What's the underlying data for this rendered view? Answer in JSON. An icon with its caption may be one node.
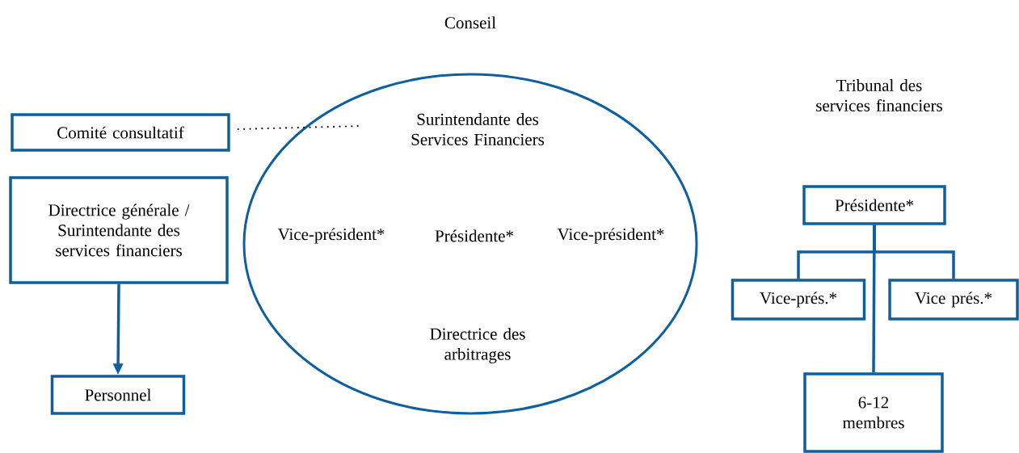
{
  "diagram": {
    "nodes": [
      {
        "text": [
          "Comité consultatif"
        ]
      },
      {
        "text": [
          "Directrice générale / Surintendante des services financiers"
        ]
      },
      {
        "text": [
          "Personnel"
        ]
      },
      {
        "text": [
          "Conseil",
          "Vice-président*",
          "Présidente*",
          "Vice-président*",
          "Directrice des arbitrages"
        ]
      },
      {
        "text": [
          "Surintendante des Services Financiers"
        ],
        "in": 3
      },
      {
        "text": [
          "Présidente*"
        ]
      },
      {
        "text": [
          "Vice-prés.*"
        ]
      },
      {
        "text": [
          "Vice prés.*"
        ]
      },
      {
        "text": [
          "6-12 membres"
        ]
      }
    ],
    "edges": [
      {
        "from": 0,
        "to": 4,
        "arrow": "none",
        "style": "dashed",
        "color": "#000000"
      },
      {
        "from": 1,
        "to": 2,
        "arrow": "to"
      },
      {
        "from": 5,
        "to": 6,
        "arrow": "none"
      },
      {
        "from": 5,
        "to": 7,
        "arrow": "none"
      },
      {
        "from": 5,
        "to": 8,
        "arrow": "none"
      }
    ],
    "labels": [
      "Tribunal des services financiers"
    ]
  }
}
